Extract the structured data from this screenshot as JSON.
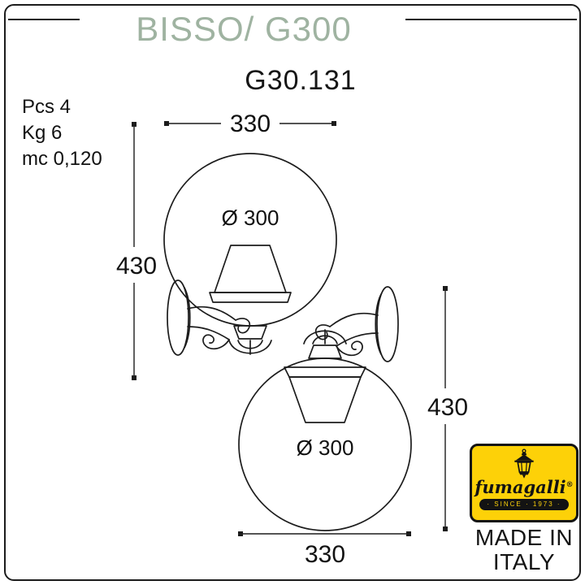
{
  "header": {
    "title": "BISSO/ G300",
    "model": "G30.131"
  },
  "specs": {
    "pcs": "Pcs 4",
    "kg": "Kg 6",
    "mc": "mc 0,120"
  },
  "dimensions": {
    "top_width": "330",
    "top_globe_diameter": "Ø 300",
    "left_height": "430",
    "right_height": "430",
    "bottom_globe_diameter": "Ø 300",
    "bottom_width": "330"
  },
  "logo": {
    "brand": "fumagalli",
    "registered": "®",
    "since": "· SINCE · 1973 ·",
    "made_in_line1": "MADE IN",
    "made_in_line2": "ITALY"
  },
  "colors": {
    "title_green": "#9fb3a1",
    "logo_yellow": "#fdd108",
    "ink": "#1c1c1c"
  }
}
